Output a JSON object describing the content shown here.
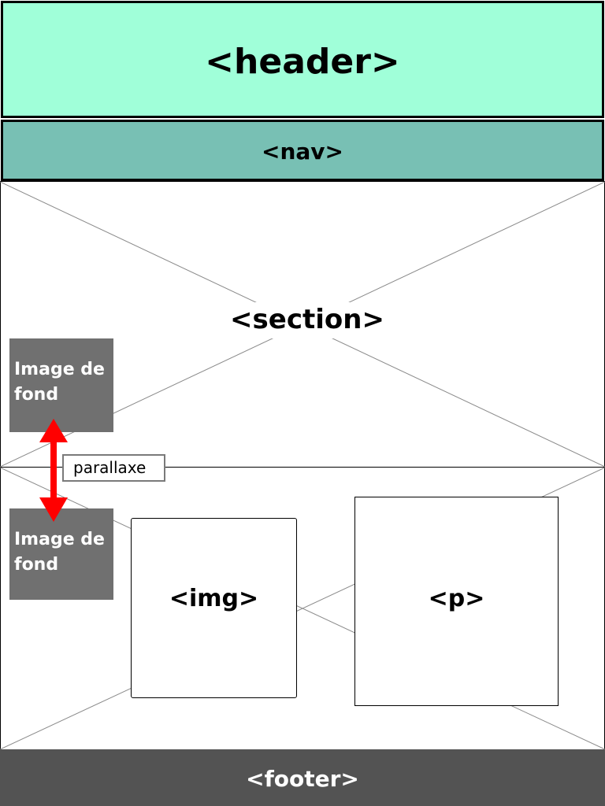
{
  "diagram": {
    "header": {
      "label": "<header>",
      "color": "#a0ffd9"
    },
    "nav": {
      "label": "<nav>",
      "color": "#78c0b4"
    },
    "section": {
      "label": "<section>"
    },
    "img_block": {
      "label": "<img>"
    },
    "p_block": {
      "label": "<p>"
    },
    "footer": {
      "label": "<footer>",
      "color": "#535353"
    },
    "background_images": [
      {
        "label": "Image de\n fond",
        "color": "#707070"
      },
      {
        "label": "Image de\nfond",
        "color": "#707070"
      }
    ],
    "parallax": {
      "label": "parallaxe",
      "arrow_color": "#ff0000",
      "arrow_icon": "double-headed-arrow-icon"
    }
  }
}
